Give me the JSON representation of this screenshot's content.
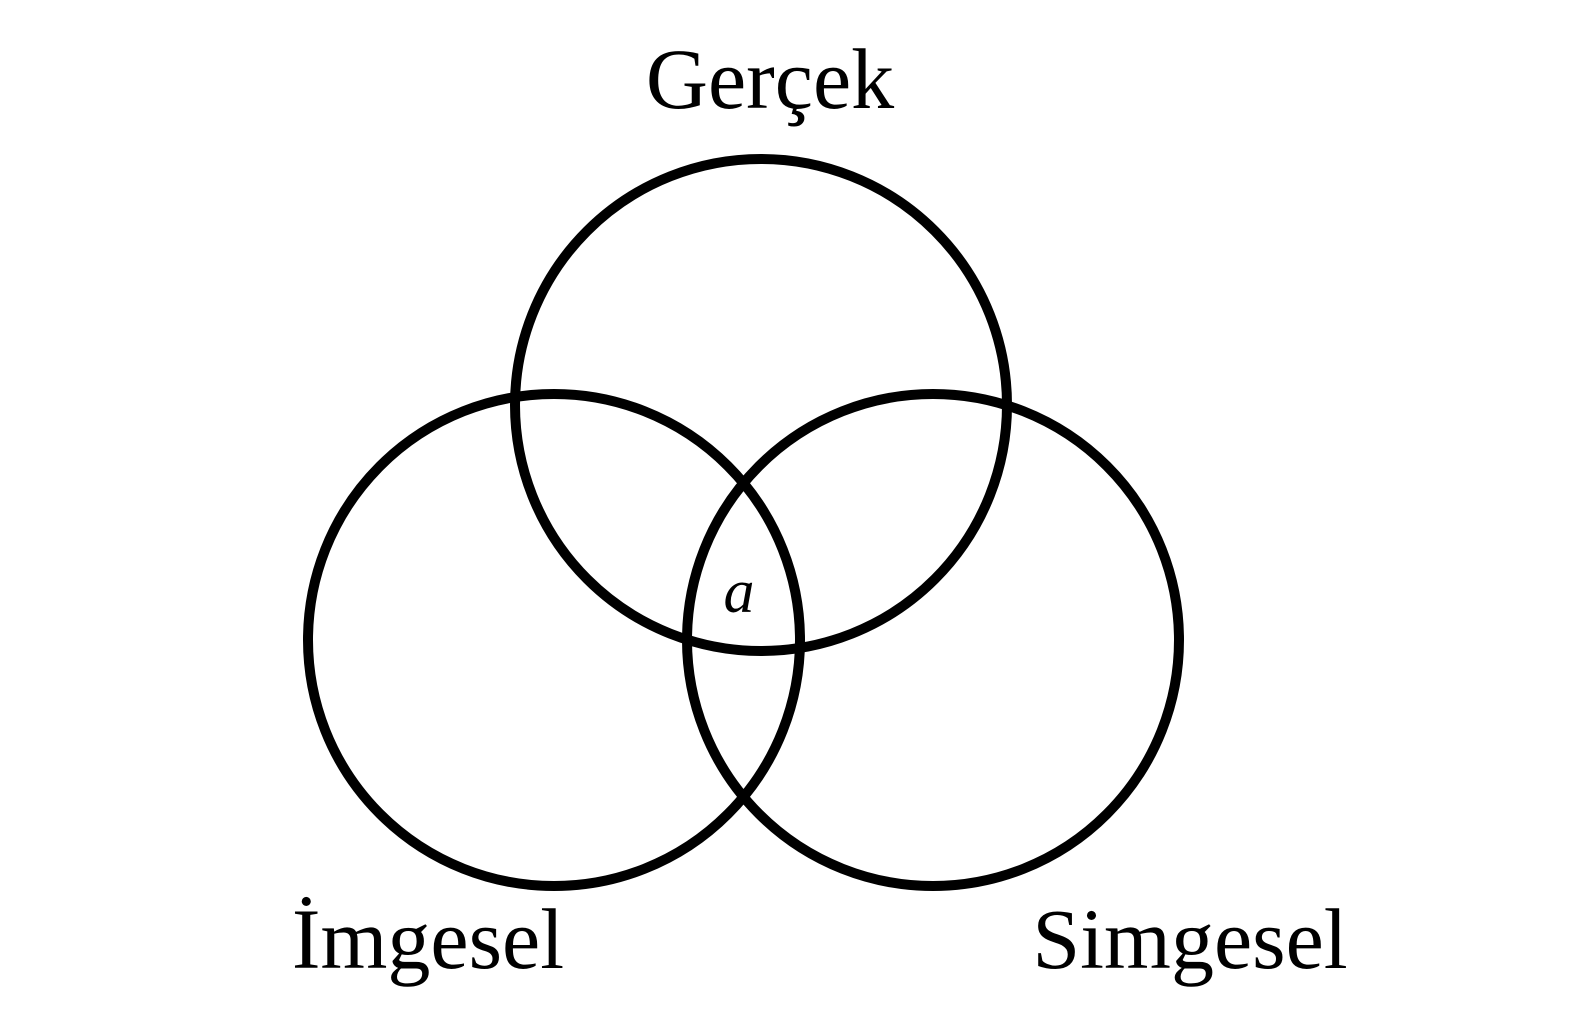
{
  "diagram": {
    "colors": {
      "background": "#ffffff",
      "stroke": "#000000"
    },
    "labels": {
      "real": "Gerçek",
      "imaginary": "İmgesel",
      "symbolic": "Simgesel",
      "center": "a"
    }
  }
}
